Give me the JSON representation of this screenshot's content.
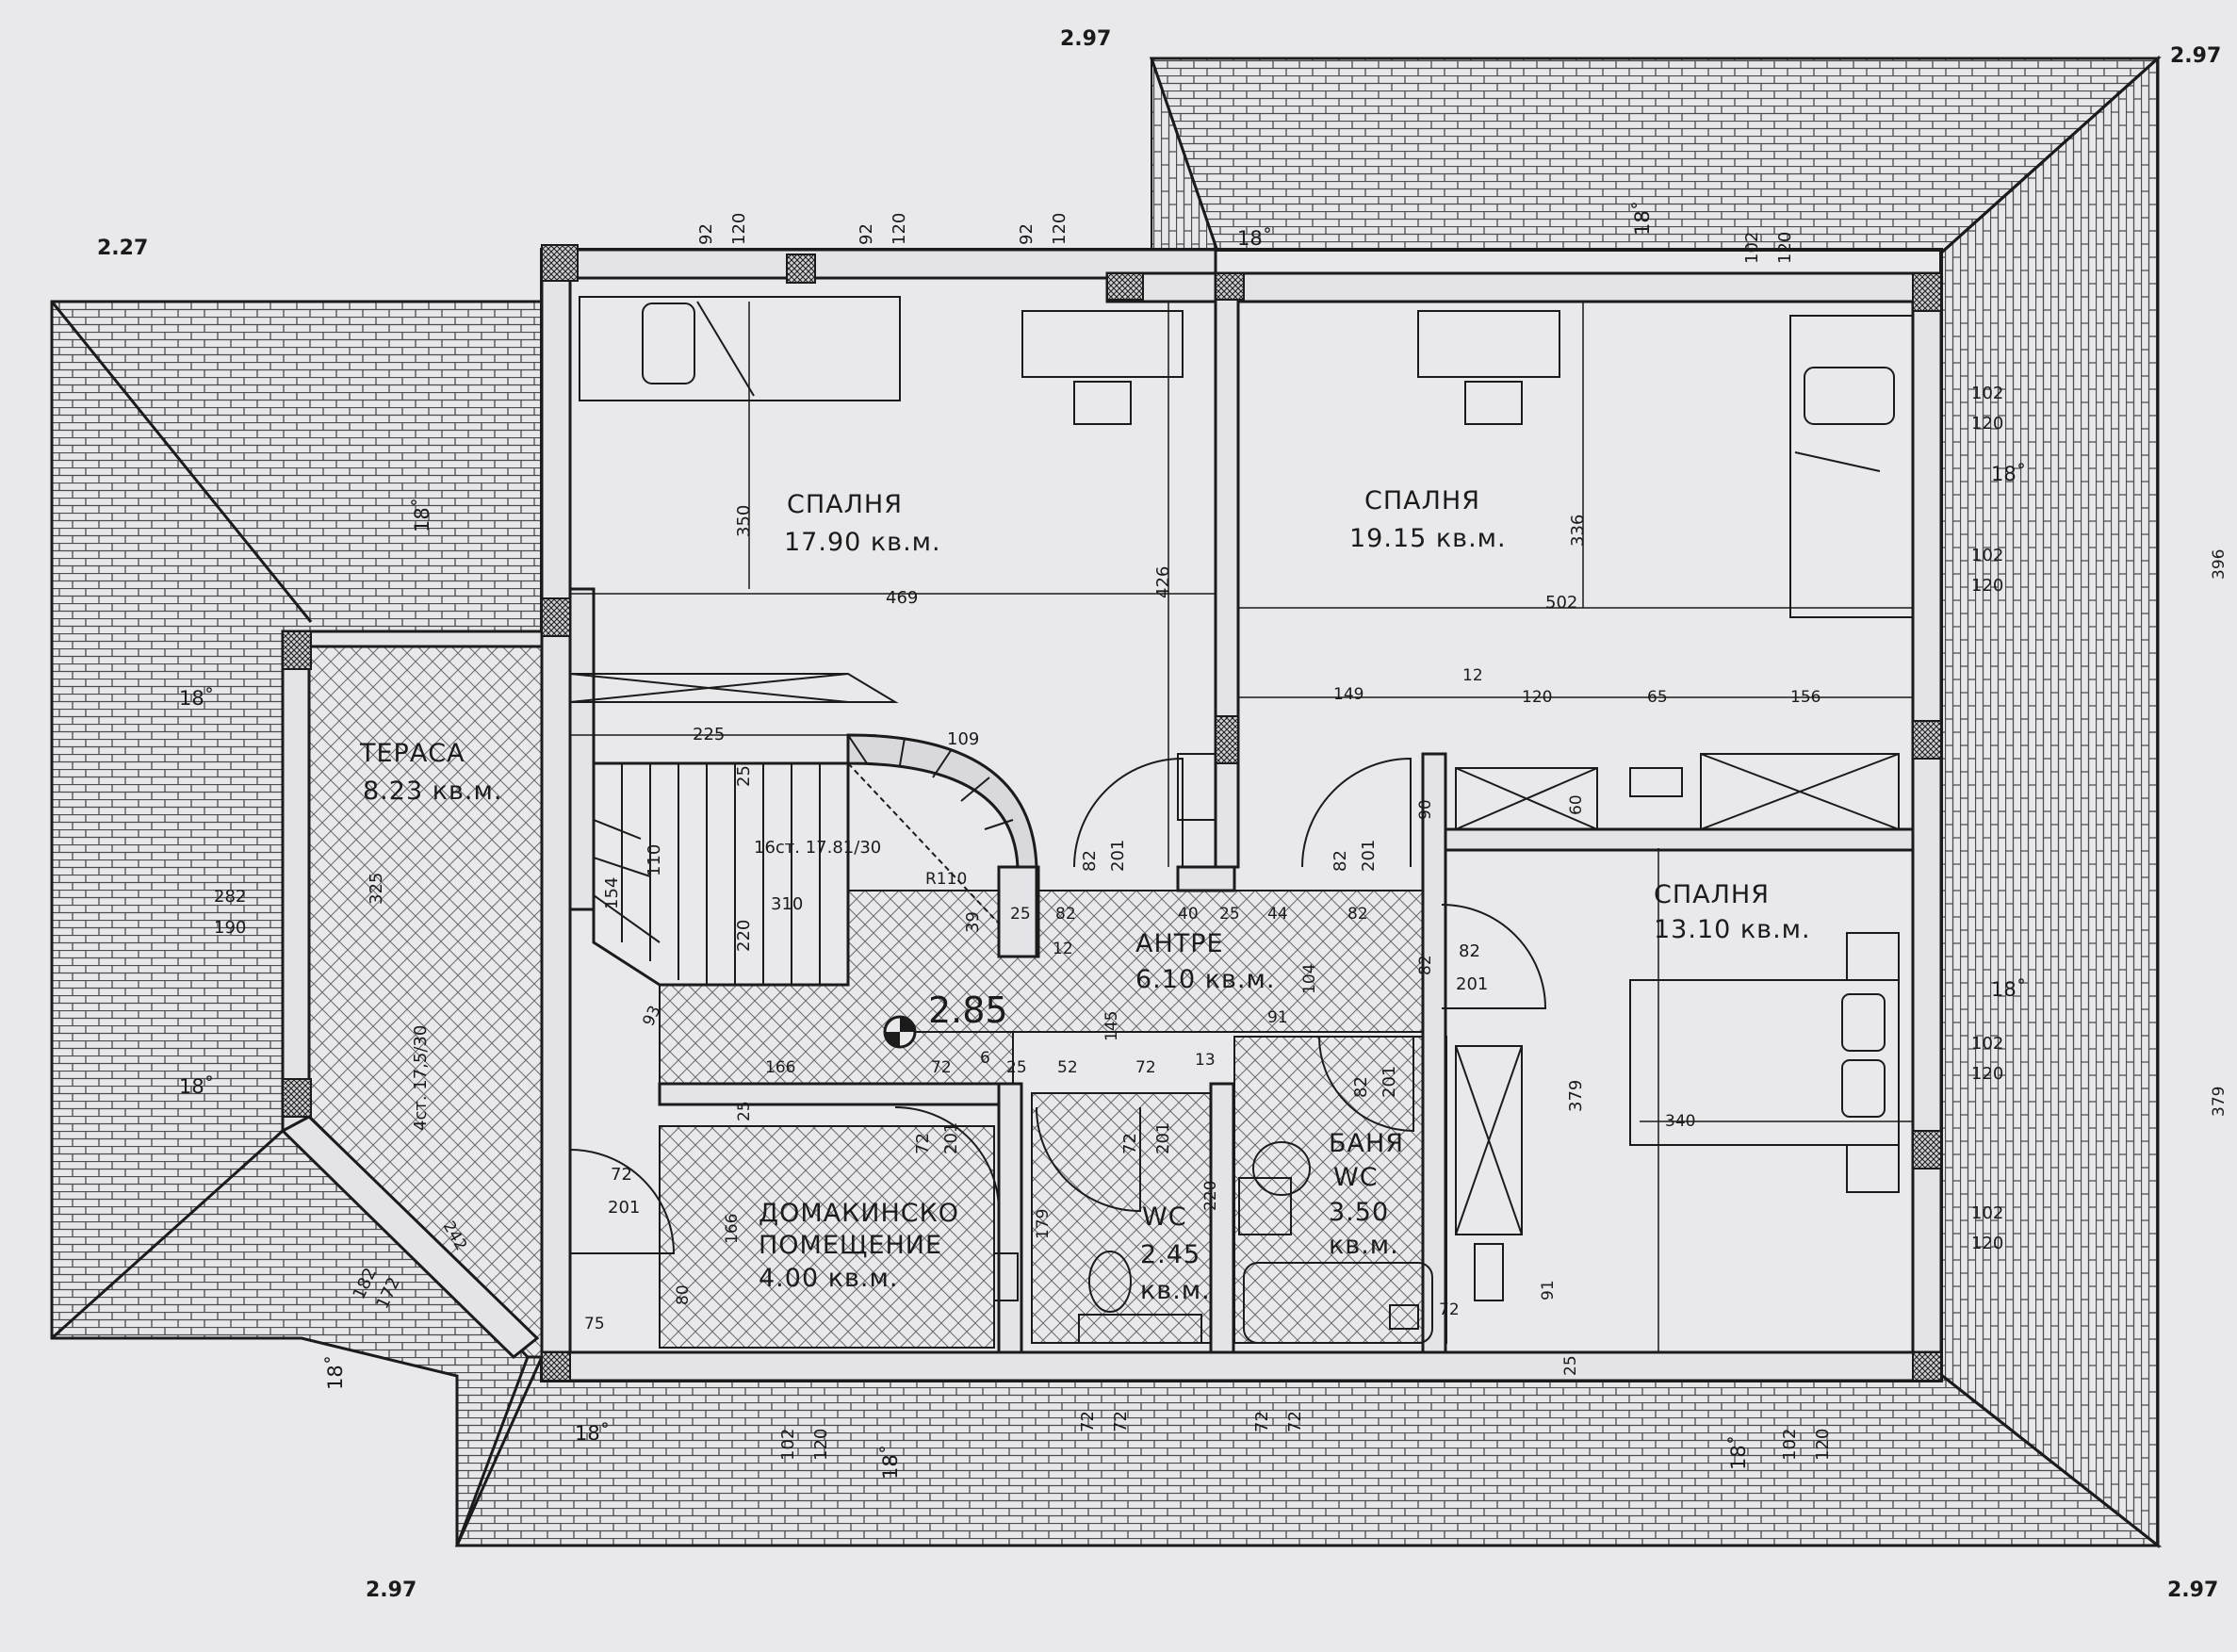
{
  "roof_levels": {
    "top_left": "2.97",
    "top_right": "2.97",
    "left": "2.27",
    "bottom_left": "2.97",
    "bottom_right": "2.97"
  },
  "rooms": [
    {
      "id": "bedroom1",
      "name": "СПАЛНЯ",
      "area": "17.90 кв.м."
    },
    {
      "id": "bedroom2",
      "name": "СПАЛНЯ",
      "area": "19.15 кв.м."
    },
    {
      "id": "bedroom3",
      "name": "СПАЛНЯ",
      "area": "13.10 кв.м."
    },
    {
      "id": "terrace",
      "name": "ТЕРАСА",
      "area": "8.23 кв.м."
    },
    {
      "id": "hall",
      "name": "АНТРЕ",
      "area": "6.10 кв.м."
    },
    {
      "id": "utility",
      "name": "ДОМАКИНСКО ПОМЕЩЕНИЕ",
      "name_line1": "ДОМАКИНСКО",
      "name_line2": "ПОМЕЩЕНИЕ",
      "area": "4.00 кв.м."
    },
    {
      "id": "wc",
      "name": "WC",
      "area": "2.45",
      "area_unit": "кв.м."
    },
    {
      "id": "bath",
      "name": "БАНЯ",
      "name_line2": "WC",
      "area": "3.50",
      "area_unit": "кв.м."
    }
  ],
  "floor_level": "2.85",
  "stair_note": "16ст. 17.81/30",
  "stair_radius": "R110",
  "terrace_stair_note": "4ст. 17,5/30",
  "roof_slope": "18˚",
  "window_labels": {
    "w92_top": "92",
    "w92_bottom": "120",
    "w102_top": "102",
    "w102_bottom": "120",
    "w72_top": "72",
    "w72_bottom": "72",
    "terrace_top": "282",
    "terrace_bottom": "190",
    "terrace_diag_top": "182",
    "terrace_diag_bottom": "172"
  },
  "door_labels": {
    "d82": "82",
    "d72": "72",
    "d201": "201"
  },
  "dimensions": {
    "d350": "350",
    "d469": "469",
    "d426": "426",
    "d336": "336",
    "d502": "502",
    "d225": "225",
    "d109": "109",
    "d25": "25",
    "d110": "110",
    "d154": "154",
    "d310": "310",
    "d220": "220",
    "d39": "39",
    "d12": "12",
    "d40": "40",
    "d44": "44",
    "d104": "104",
    "d145": "145",
    "d93": "93",
    "d166": "166",
    "d6": "6",
    "d52": "52",
    "d13": "13",
    "d91": "91",
    "d149": "149",
    "d120": "120",
    "d65": "65",
    "d156": "156",
    "d90": "90",
    "d60": "60",
    "d379": "379",
    "d340": "340",
    "d179": "179",
    "d80": "80",
    "d75": "75",
    "d242": "242",
    "d325": "325",
    "d396": "396",
    "d72": "72"
  },
  "colors": {
    "paper": "#e9e9ec",
    "wall": "#e4e4e8",
    "line": "#1b1b1b",
    "tile": "#555559"
  }
}
